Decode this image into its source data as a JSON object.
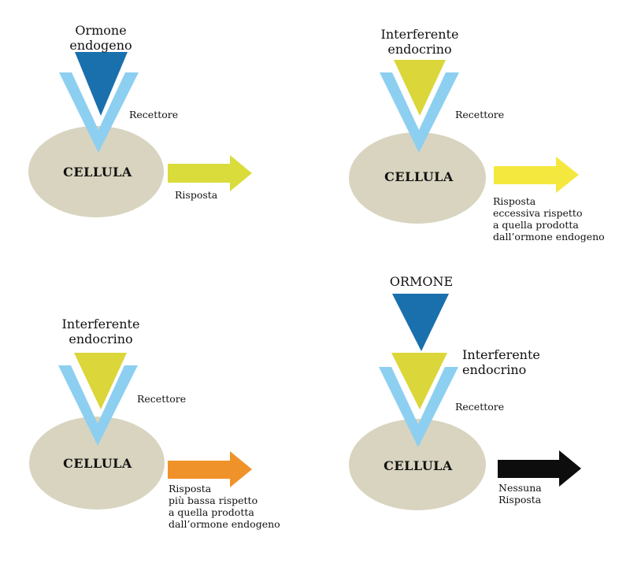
{
  "colors": {
    "receptor": "#8dcff0",
    "hormone": "#1a6fad",
    "interferent": "#dbd63a",
    "cell": "#d8d4bf",
    "arrow_normal": "#dadc3c",
    "arrow_excess": "#f4e83e",
    "arrow_low": "#f0922a",
    "arrow_none": "#0d0d0d"
  },
  "panels": [
    {
      "id": "normal",
      "title_lines": [
        "Ormone",
        "endogeno"
      ],
      "receptor_label": "Recettore",
      "cell_label": "CELLULA",
      "response_lines": [
        "Risposta"
      ]
    },
    {
      "id": "excess",
      "title_lines": [
        "Interferente",
        "endocrino"
      ],
      "receptor_label": "Recettore",
      "cell_label": "CELLULA",
      "response_lines": [
        "Risposta",
        "eccessiva rispetto",
        "a quella prodotta",
        "dall’ormone endogeno"
      ]
    },
    {
      "id": "low",
      "title_lines": [
        "Interferente",
        "endocrino"
      ],
      "receptor_label": "Recettore",
      "cell_label": "CELLULA",
      "response_lines": [
        "Risposta",
        "più bassa rispetto",
        "a quella prodotta",
        "dall’ormone endogeno"
      ]
    },
    {
      "id": "blocked",
      "top_label": "ORMONE",
      "title_lines": [
        "Interferente",
        "endocrino"
      ],
      "receptor_label": "Recettore",
      "cell_label": "CELLULA",
      "response_lines": [
        "Nessuna",
        "Risposta"
      ]
    }
  ]
}
